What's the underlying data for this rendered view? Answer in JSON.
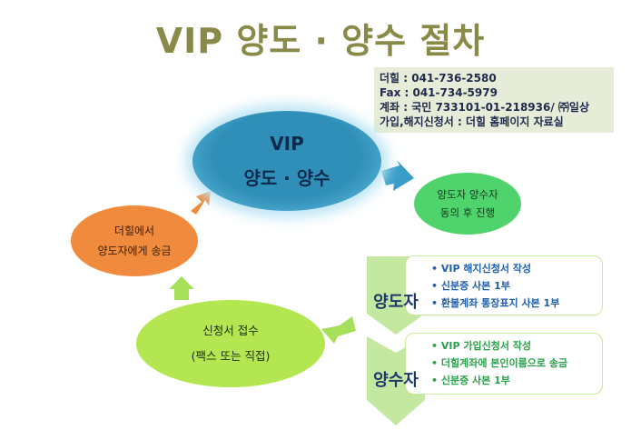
{
  "title": "VIP 양도 · 양수 절차",
  "info": {
    "lines": [
      "더힐 : 041-736-2580",
      "Fax : 041-734-5979",
      "계좌 : 국민 733101-01-218936/ ㈜일상",
      "가입,해지신청서 : 더힐 홈페이지 자료실"
    ]
  },
  "center": {
    "line1": "VIP",
    "line2": "양도 · 양수"
  },
  "consent": {
    "line1": "양도자 양수자",
    "line2": "동의 후 진행"
  },
  "remit": {
    "line1": "더힐에서",
    "line2": "양도자에게 송금"
  },
  "receive": {
    "line1": "신청서 접수",
    "line2": "(팩스 또는 직접)"
  },
  "seller": {
    "label": "양도자",
    "items": [
      "•  VIP 해지신청서 작성",
      "• 신분증 사본 1부",
      "• 환불계좌 통장표지 사본 1부"
    ]
  },
  "buyer": {
    "label": "양수자",
    "items": [
      "• VIP 가입신청서 작성",
      "• 더힐계좌에 본인이름으로 송금",
      "• 신분증 사본 1부"
    ]
  },
  "colors": {
    "title": "#8a8a48",
    "center": "#2f8fb8",
    "consent": "#4fd36c",
    "remit": "#f08a3c",
    "receive": "#b3e651",
    "chevrons": "#c5e8a0",
    "arrow_blue": "#3a9cc8",
    "arrow_green": "#a6e05a",
    "arrow_orange": "#f08a3c"
  }
}
